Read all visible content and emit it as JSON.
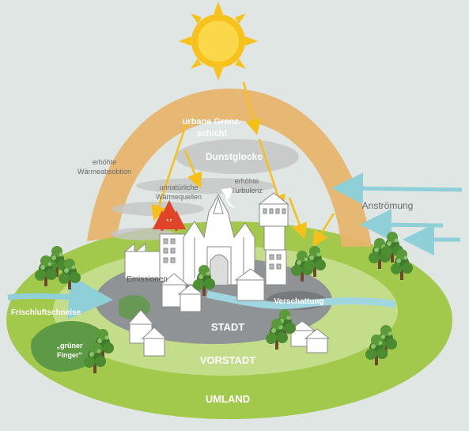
{
  "labels": {
    "boundary_layer": [
      "urbane Grenz-",
      "schicht"
    ],
    "haze_dome": "Dunstglocke",
    "heat_absorption": [
      "erhöhte",
      "Wärmeabsobtion"
    ],
    "heat_sources": [
      "unnatürliche",
      "Wärmequellen"
    ],
    "turbulence": [
      "erhöhte",
      "Turbulenz"
    ],
    "inflow": "Anströmung",
    "emissions": "Emissionen",
    "fresh_air_corridor": "Frischluftschneise",
    "green_finger": [
      "„grüner",
      "Finger“"
    ],
    "shading": "Verschattung",
    "city": "STADT",
    "suburb": "VORSTADT",
    "surroundings": "UMLAND"
  },
  "colors": {
    "background": "#dfe6e4",
    "umland": "#a3c94c",
    "vorstadt": "#c4dd8a",
    "stadt": "#8f9396",
    "boundary_layer": "#e7b36a",
    "haze": "#c5c5c5",
    "sun": "#f7c21b",
    "sun_arrow": "#f5c018",
    "heat_arrow": "#e0452a",
    "wind": "#8fcfd8",
    "river": "#9fd6df",
    "building": "#ffffff",
    "building_line": "#8a8a8a"
  },
  "icons": [
    "sun-icon",
    "tree-icon",
    "house-icon",
    "factory-icon",
    "church-icon",
    "water-tower-icon"
  ]
}
